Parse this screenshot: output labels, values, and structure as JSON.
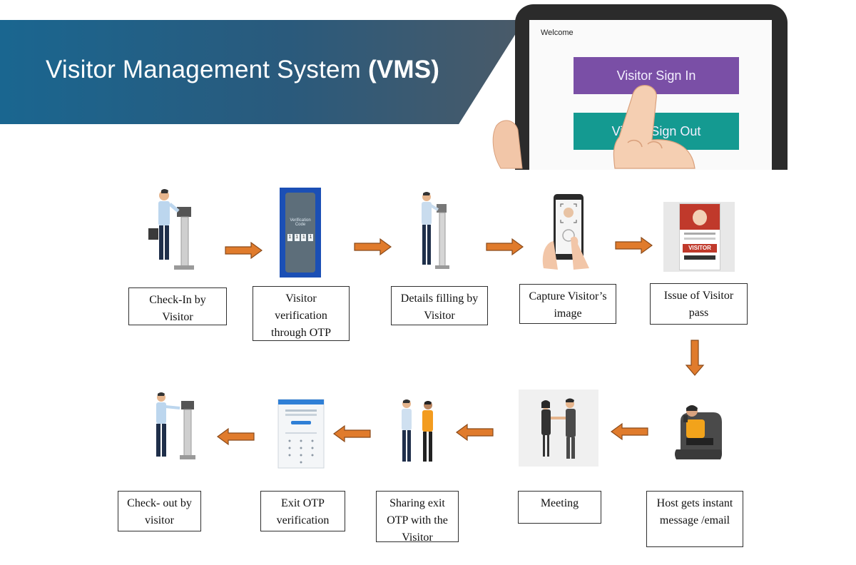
{
  "banner": {
    "title_text": "Visitor Management System ",
    "title_bold": "(VMS)"
  },
  "tablet": {
    "welcome": "Welcome",
    "sign_in_label": "Visitor Sign In",
    "sign_out_label": "Visitor Sign Out"
  },
  "otp_screen": {
    "label": "Verification Code",
    "digits": [
      "1",
      "1",
      "1",
      "1"
    ]
  },
  "pass_card": {
    "visitor_label": "VISITOR"
  },
  "steps": [
    {
      "label": "Check-In by Visitor"
    },
    {
      "label": "Visitor verification through OTP"
    },
    {
      "label": "Details  filling by Visitor"
    },
    {
      "label": "Capture Visitor’s image"
    },
    {
      "label": "Issue of Visitor pass"
    },
    {
      "label": "Host gets instant message /email"
    },
    {
      "label": "Meeting"
    },
    {
      "label": "Sharing  exit OTP with  the Visitor"
    },
    {
      "label": "Exit  OTP verification"
    },
    {
      "label": "Check- out by visitor"
    }
  ],
  "colors": {
    "arrow_fill": "#e07b2c",
    "arrow_outline": "#8a4a1a",
    "banner_start": "#1a6690",
    "banner_end": "#4a5a68",
    "sign_in_button": "#7a4fa6",
    "sign_out_button": "#149a91"
  }
}
